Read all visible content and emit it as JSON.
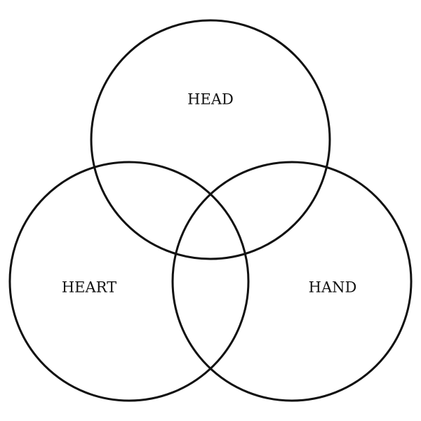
{
  "diagram": {
    "type": "venn",
    "sets": [
      {
        "id": "head",
        "label": "HEAD"
      },
      {
        "id": "heart",
        "label": "HEART"
      },
      {
        "id": "hand",
        "label": "HAND"
      }
    ],
    "colors": {
      "stroke": "#111111",
      "background": "#ffffff"
    }
  }
}
